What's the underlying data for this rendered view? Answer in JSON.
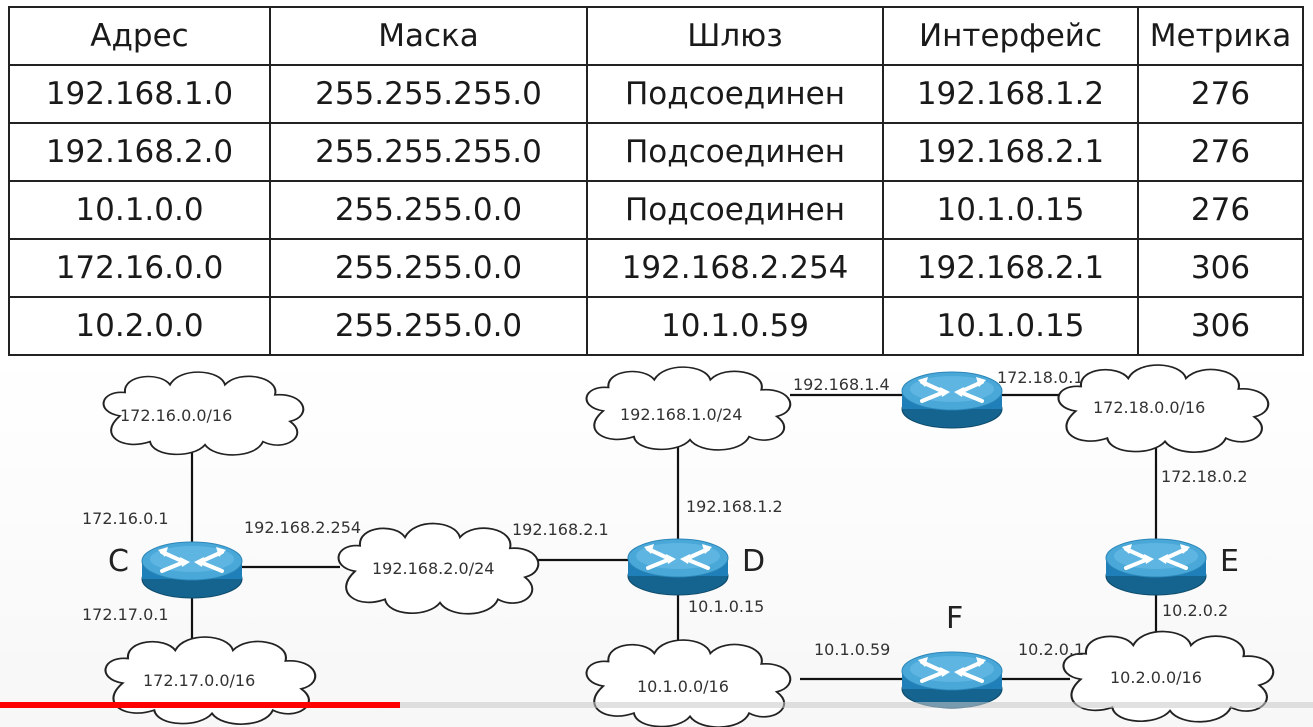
{
  "table": {
    "headers": [
      "Адрес",
      "Маска",
      "Шлюз",
      "Интерфейс",
      "Метрика"
    ],
    "rows": [
      [
        "192.168.1.0",
        "255.255.255.0",
        "Подсоединен",
        "192.168.1.2",
        "276"
      ],
      [
        "192.168.2.0",
        "255.255.255.0",
        "Подсоединен",
        "192.168.2.1",
        "276"
      ],
      [
        "10.1.0.0",
        "255.255.0.0",
        "Подсоединен",
        "10.1.0.15",
        "276"
      ],
      [
        "172.16.0.0",
        "255.255.0.0",
        "192.168.2.254",
        "192.168.2.1",
        "306"
      ],
      [
        "10.2.0.0",
        "255.255.0.0",
        "10.1.0.59",
        "10.1.0.15",
        "306"
      ]
    ]
  },
  "diagram": {
    "routers": {
      "c": "C",
      "d": "D",
      "e": "E",
      "f": "F"
    },
    "clouds": {
      "net_172_16": "172.16.0.0/16",
      "net_172_17": "172.17.0.0/16",
      "net_192_168_2": "192.168.2.0/24",
      "net_192_168_1": "192.168.1.0/24",
      "net_10_1": "10.1.0.0/16",
      "net_172_18": "172.18.0.0/16",
      "net_10_2": "10.2.0.0/16"
    },
    "interfaces": {
      "c_172_16": "172.16.0.1",
      "c_192_168_2": "192.168.2.254",
      "c_172_17": "172.17.0.1",
      "d_192_168_2": "192.168.2.1",
      "d_192_168_1": "192.168.1.2",
      "d_10_1": "10.1.0.15",
      "top_192_168_1": "192.168.1.4",
      "top_172_18": "172.18.0.1",
      "e_172_18": "172.18.0.2",
      "e_10_2": "10.2.0.2",
      "f_10_1": "10.1.0.59",
      "f_10_2": "10.2.0.1"
    }
  },
  "video": {
    "progress_fraction": 0.305,
    "progress_color": "#ff0000"
  },
  "colors": {
    "router_body": "#1f7fb8",
    "router_top": "#5fb6e3",
    "line": "#111111"
  }
}
